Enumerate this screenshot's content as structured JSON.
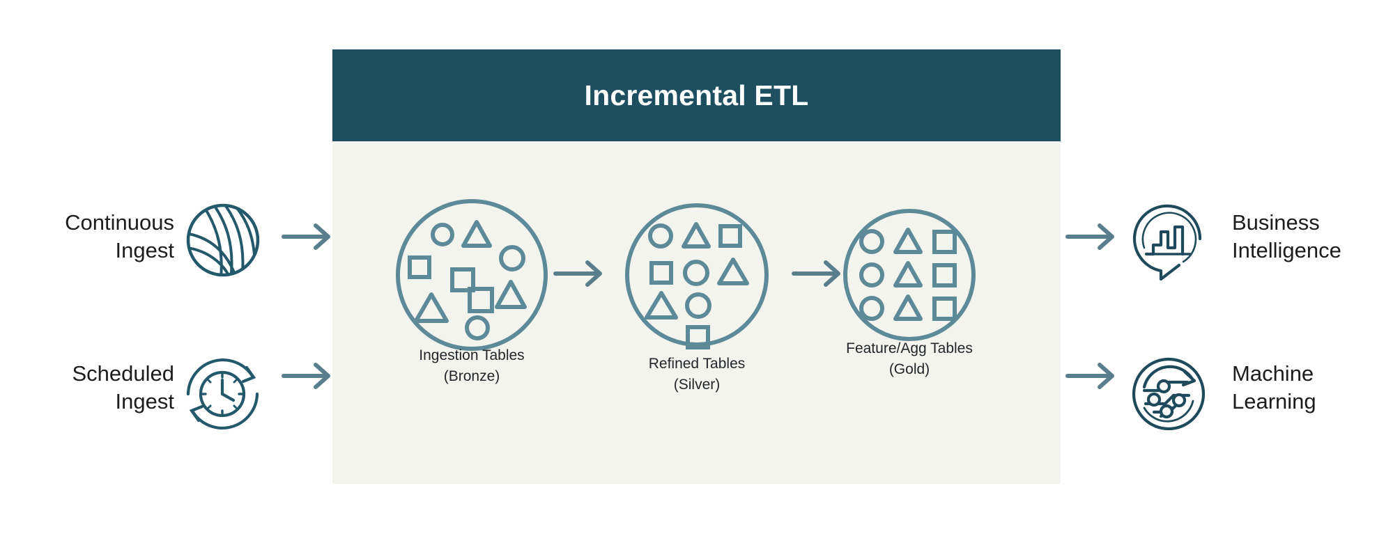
{
  "panel": {
    "header_title": "Incremental ETL",
    "header_color": "#1d4f61",
    "body_color": "#f4f4ee"
  },
  "theme": {
    "accent_teal": "#1d4f61",
    "icon_teal": "#23596b",
    "shape_slate": "#5d8a98",
    "arrow_slate": "#5a7f8c",
    "text_dark": "#1c1c1c",
    "page_background": "#ffffff"
  },
  "sources": [
    {
      "label": "Continuous\nIngest",
      "icon": "streaming-sphere-icon"
    },
    {
      "label": "Scheduled\nIngest",
      "icon": "clock-refresh-icon"
    }
  ],
  "stages": [
    {
      "label": "Ingestion Tables\n(Bronze)",
      "icon": "scattered-shapes-circle-icon",
      "arrangement": "scattered"
    },
    {
      "label": "Refined Tables\n(Silver)",
      "icon": "semi-ordered-shapes-circle-icon",
      "arrangement": "semi-ordered"
    },
    {
      "label": "Feature/Agg Tables\n(Gold)",
      "icon": "ordered-grid-shapes-circle-icon",
      "arrangement": "ordered-grid"
    }
  ],
  "consumers": [
    {
      "label": "Business\nIntelligence",
      "icon": "bar-chart-speech-bubble-icon"
    },
    {
      "label": "Machine\nLearning",
      "icon": "ml-network-refresh-icon"
    }
  ],
  "arrows": [
    {
      "name": "arrow-continuous-to-panel"
    },
    {
      "name": "arrow-scheduled-to-panel"
    },
    {
      "name": "arrow-bronze-to-silver"
    },
    {
      "name": "arrow-silver-to-gold"
    },
    {
      "name": "arrow-panel-to-bi"
    },
    {
      "name": "arrow-panel-to-ml"
    }
  ]
}
